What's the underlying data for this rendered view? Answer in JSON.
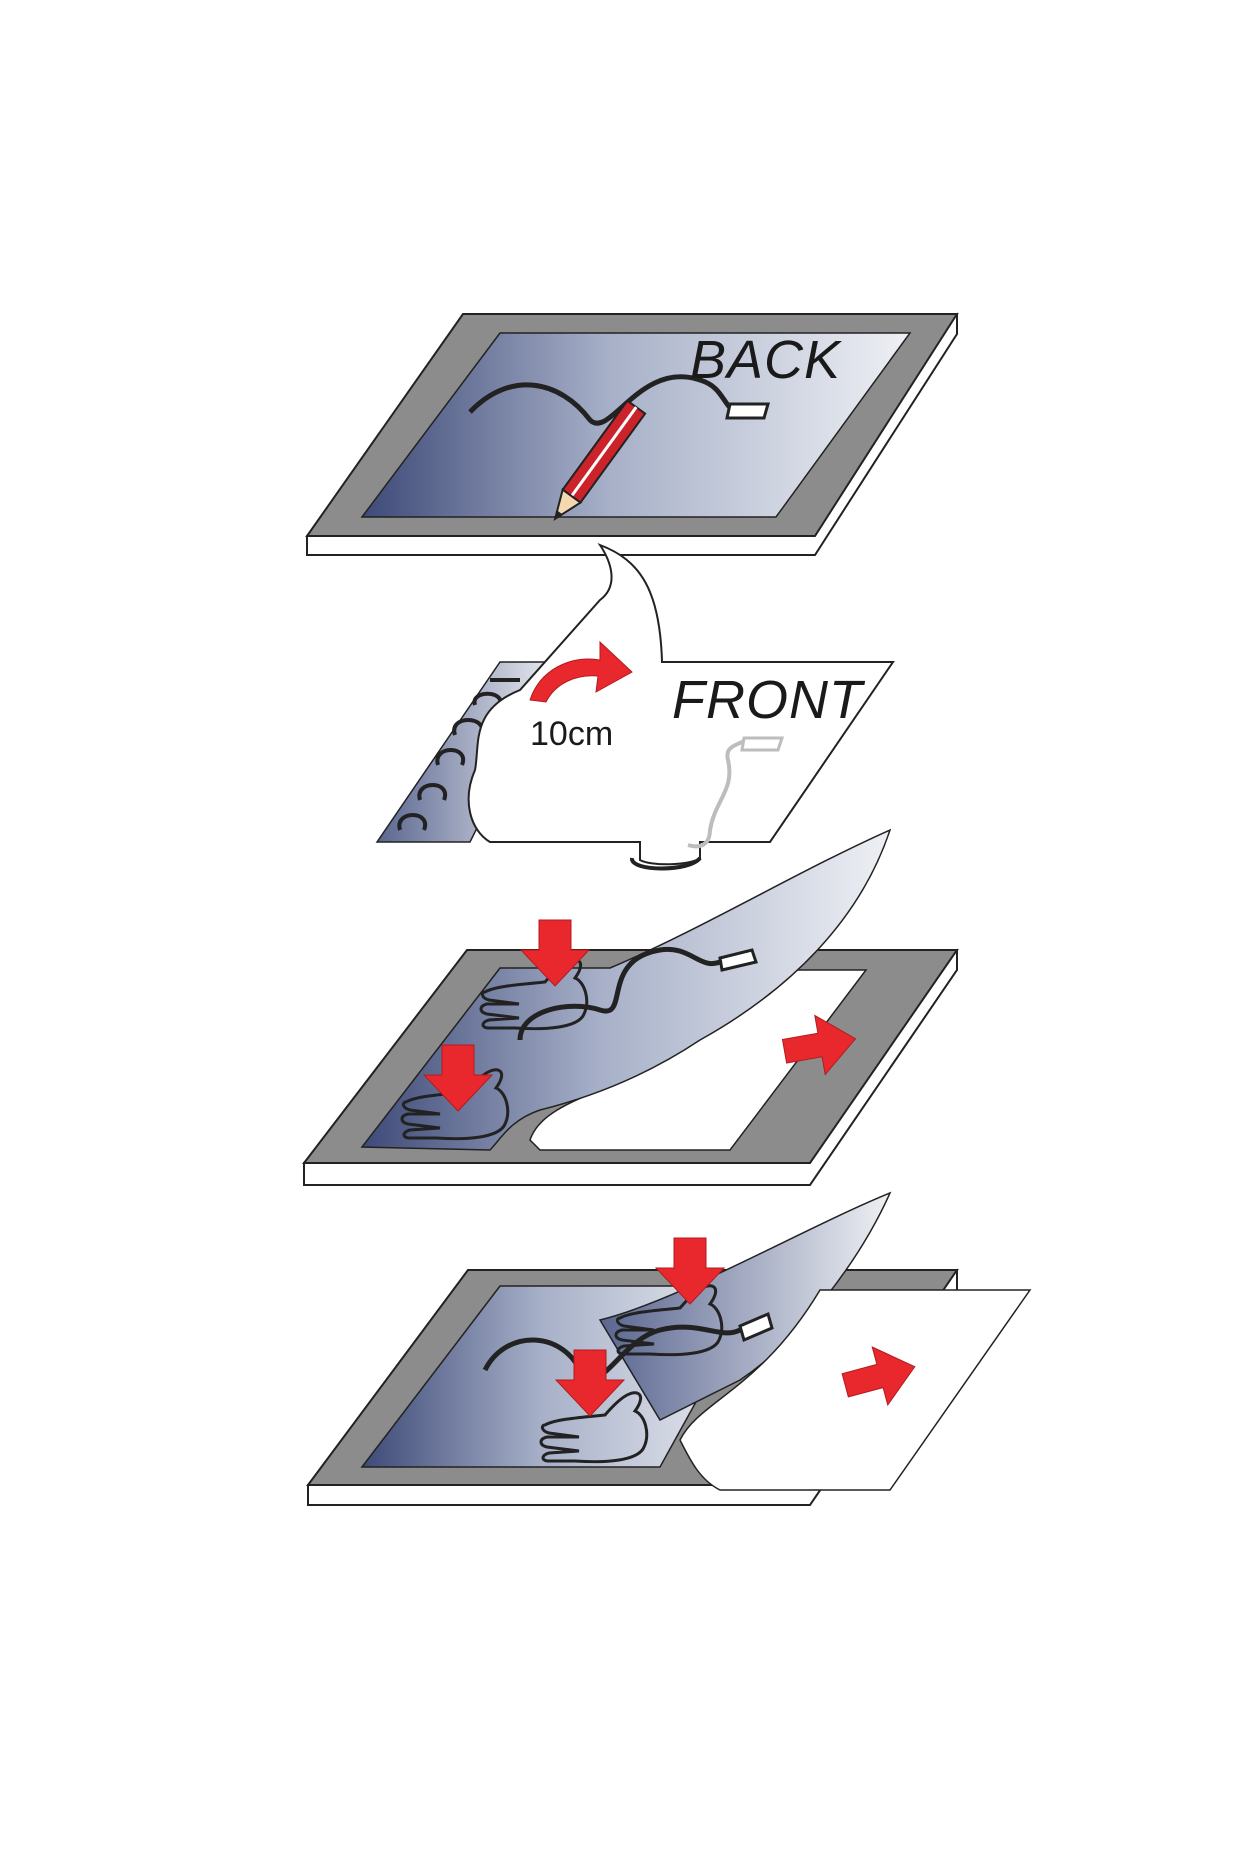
{
  "steps": [
    {
      "label": "BACK"
    },
    {
      "label": "FRONT",
      "measure": "10cm"
    },
    {
      "label": ""
    },
    {
      "label": ""
    }
  ],
  "colors": {
    "frame": "#8c8c8c",
    "frame_edge": "#ffffff",
    "arrow": "#e8282d",
    "film_dark": "#3e4a78",
    "film_light": "#eef0f4",
    "outline": "#222222",
    "pencil": "#cc2229"
  },
  "icons": [
    "pencil-icon",
    "hand-icon",
    "arrow-down-icon",
    "arrow-right-icon",
    "curved-arrow-icon"
  ]
}
